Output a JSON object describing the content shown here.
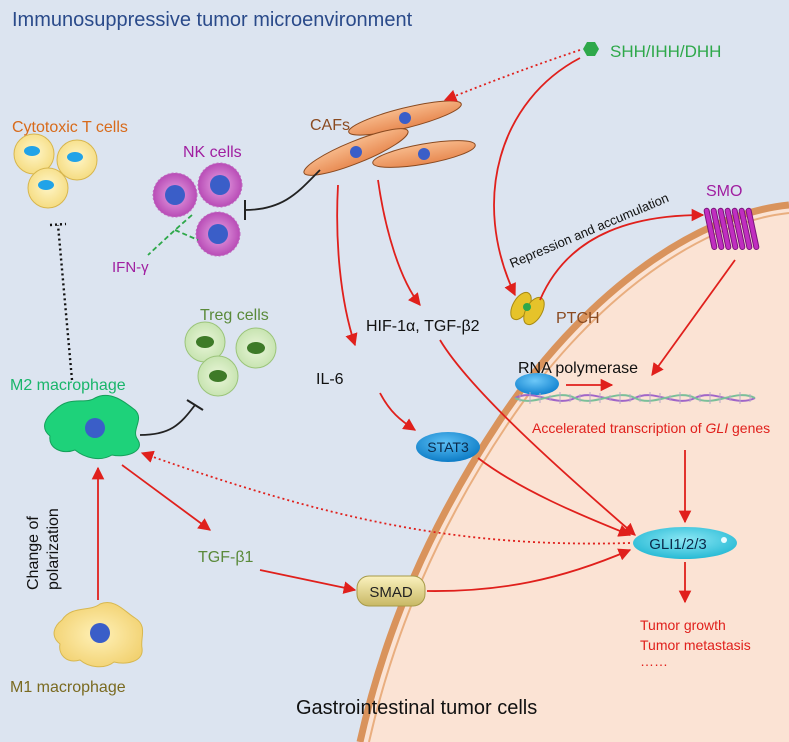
{
  "title": "Immunosuppressive tumor microenvironment",
  "ligands": "SHH/IHH/DHH",
  "cells": {
    "cafs": "CAFs",
    "cytotoxic_t": "Cytotoxic  T cells",
    "nk": "NK cells",
    "ifn": "IFN-γ",
    "treg": "Treg cells",
    "m2": "M2 macrophage",
    "m1": "M1 macrophage",
    "polarization": [
      "Change of",
      "polarization"
    ],
    "tumor": "Gastrointestinal  tumor cells"
  },
  "molecules": {
    "hif": "HIF-1α,  TGF-β2",
    "il6": "IL-6",
    "stat3": "STAT3",
    "tgfb1": "TGF-β1",
    "smad": "SMAD",
    "smo": "SMO",
    "ptch": "PTCH",
    "repression": "Repression and accumulation",
    "rna_pol": "RNA polymerase",
    "transcription_prefix": "Accelerated transcription of ",
    "transcription_gene": "GLI",
    "transcription_suffix": " genes",
    "gli": "GLI1/2/3"
  },
  "outcomes": [
    "Tumor growth",
    "Tumor metastasis",
    "……"
  ],
  "colors": {
    "background": "#dce4f0",
    "tumor_fill": "#fbe3d4",
    "membrane": "#d9935c",
    "arrow": "#e0201c",
    "inhibit": "#222222",
    "ligand": "#2ea84a",
    "cafs": "#8a4a20",
    "nk": "#a01ea0",
    "treg": "#5a8a3a",
    "m2": "#19b56a",
    "m1": "#7a6a20",
    "cyt": "#d86a1a",
    "stat3": "#1a8fd8",
    "gli": "#2bc8df"
  }
}
